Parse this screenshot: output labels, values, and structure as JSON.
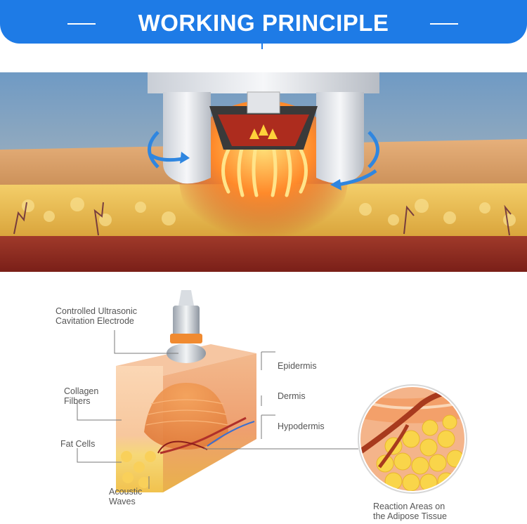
{
  "header": {
    "title": "WORKING PRINCIPLE"
  },
  "diagram": {
    "labels": {
      "electrode": "Controlled Ultrasonic\nCavitation Electrode",
      "collagen": "Collagen\nFilbers",
      "fat_cells": "Fat Cells",
      "acoustic": "Acoustic\nWaves",
      "epidermis": "Epidermis",
      "dermis": "Dermis",
      "hypodermis": "Hypodermis",
      "reaction": "Reaction Areas on\nthe Adipose Tissue"
    }
  },
  "colors": {
    "banner": "#1e7be6",
    "label": "#555555"
  }
}
